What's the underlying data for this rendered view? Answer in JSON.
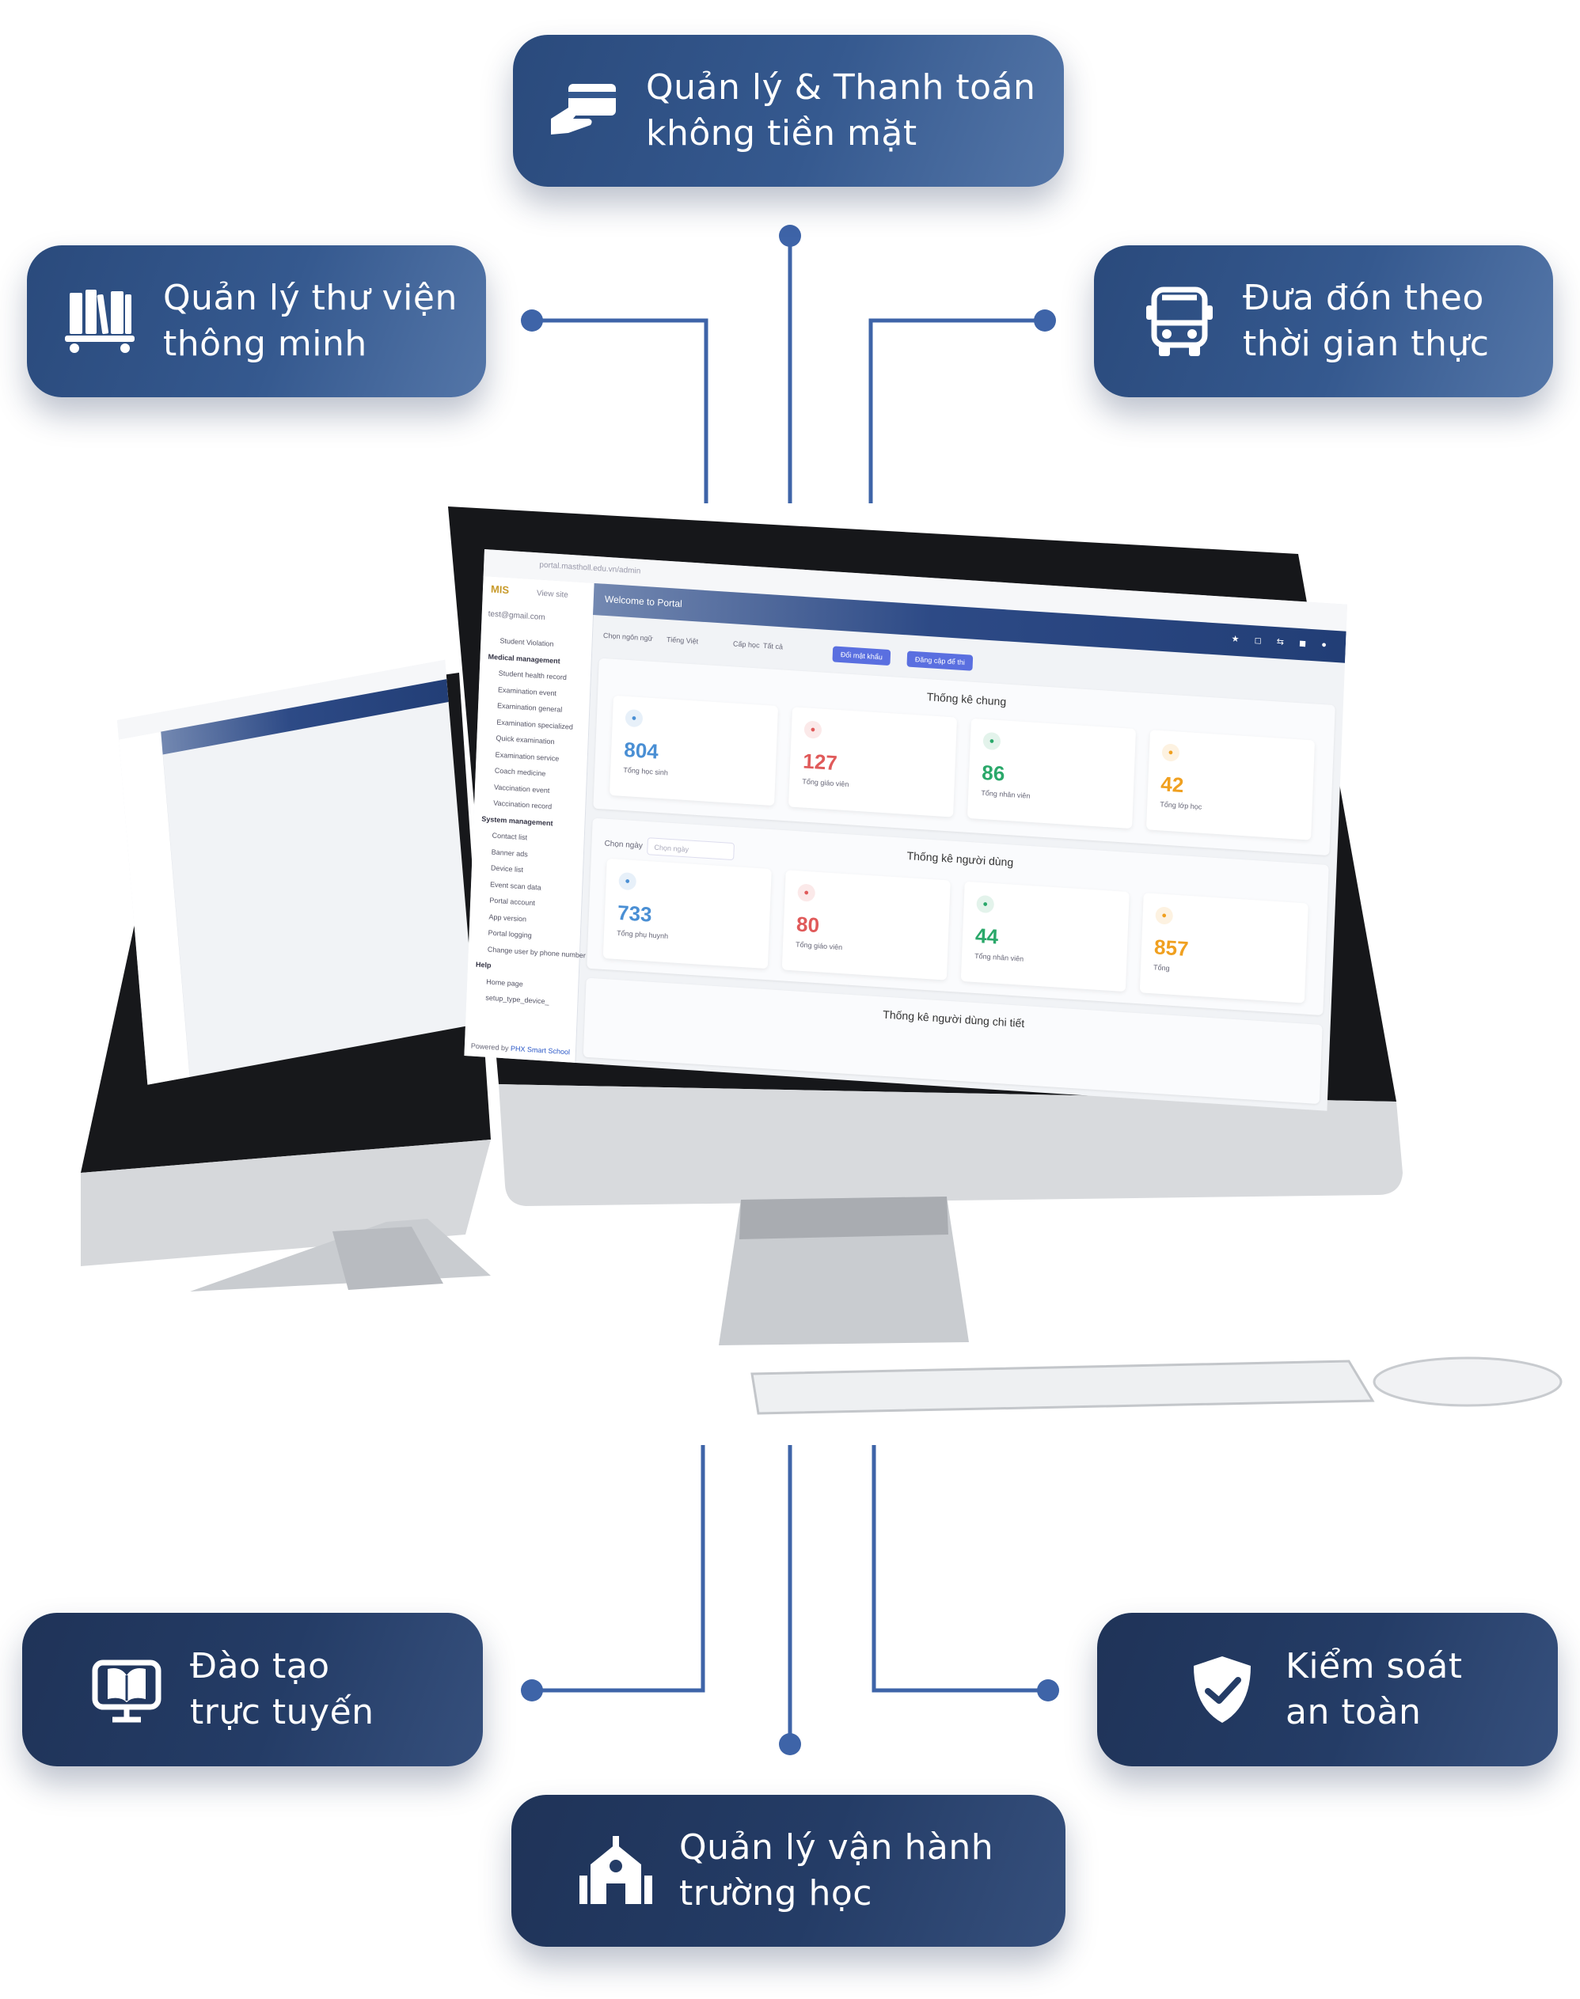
{
  "features": [
    {
      "id": "cashless",
      "line1": "Quản lý & Thanh toán",
      "line2": "không tiền mặt",
      "icon": "card-payment-icon"
    },
    {
      "id": "library",
      "line1": "Quản lý thư viện",
      "line2": "thông minh",
      "icon": "library-books-icon"
    },
    {
      "id": "bus",
      "line1": "Đưa đón theo",
      "line2": "thời gian thực",
      "icon": "bus-icon"
    },
    {
      "id": "elearning",
      "line1": "Đào tạo",
      "line2": "trực tuyến",
      "icon": "online-learning-icon"
    },
    {
      "id": "safety",
      "line1": "Kiểm soát",
      "line2": "an toàn",
      "icon": "shield-check-icon"
    },
    {
      "id": "operations",
      "line1": "Quản lý vận hành",
      "line2": "trường học",
      "icon": "school-building-icon"
    }
  ],
  "portal": {
    "url": "portal.mastholl.edu.vn/admin",
    "brand": "MIS",
    "view_site": "View site",
    "user_email": "test@gmail.com",
    "welcome": "Welcome to Portal",
    "filters": {
      "language_label": "Chọn ngôn ngữ",
      "language_value": "Tiếng Việt",
      "level_label": "Cấp học",
      "level_value": "Tất cả",
      "button_change_password": "Đổi mật khẩu",
      "button_update_info": "Đăng cập để thi"
    },
    "menu": [
      {
        "label": "Student Violation",
        "type": "sub"
      },
      {
        "label": "Medical management",
        "type": "sec"
      },
      {
        "label": "Student health record",
        "type": "sub"
      },
      {
        "label": "Examination event",
        "type": "sub"
      },
      {
        "label": "Examination general",
        "type": "sub"
      },
      {
        "label": "Examination specialized",
        "type": "sub"
      },
      {
        "label": "Quick examination",
        "type": "sub"
      },
      {
        "label": "Examination service",
        "type": "sub"
      },
      {
        "label": "Coach medicine",
        "type": "sub"
      },
      {
        "label": "Vaccination event",
        "type": "sub"
      },
      {
        "label": "Vaccination record",
        "type": "sub"
      },
      {
        "label": "System management",
        "type": "sec"
      },
      {
        "label": "Contact list",
        "type": "sub"
      },
      {
        "label": "Banner ads",
        "type": "sub"
      },
      {
        "label": "Device list",
        "type": "sub"
      },
      {
        "label": "Event scan data",
        "type": "sub"
      },
      {
        "label": "Portal account",
        "type": "sub"
      },
      {
        "label": "App version",
        "type": "sub"
      },
      {
        "label": "Portal logging",
        "type": "sub"
      },
      {
        "label": "Change user by phone number",
        "type": "sub"
      },
      {
        "label": "Help",
        "type": "sec"
      },
      {
        "label": "Home page",
        "type": "sub"
      },
      {
        "label": "setup_type_device_",
        "type": "sub"
      }
    ],
    "powered_prefix": "Powered by",
    "powered_brand": "PHX Smart School",
    "general_stats": {
      "title": "Thống kê chung",
      "cards": [
        {
          "value": "804",
          "label": "Tổng học sinh",
          "color": "#4a8fd4"
        },
        {
          "value": "127",
          "label": "Tổng giáo viên",
          "color": "#e05a5a"
        },
        {
          "value": "86",
          "label": "Tổng nhân viên",
          "color": "#2aa86a"
        },
        {
          "value": "42",
          "label": "Tổng lớp học",
          "color": "#f0a020"
        }
      ]
    },
    "user_stats": {
      "title": "Thống kê người dùng",
      "date_label": "Chọn ngày",
      "date_placeholder": "Chọn ngày",
      "cards": [
        {
          "value": "733",
          "label": "Tổng phụ huynh",
          "color": "#4a8fd4"
        },
        {
          "value": "80",
          "label": "Tổng giáo viên",
          "color": "#e05a5a"
        },
        {
          "value": "44",
          "label": "Tổng nhân viên",
          "color": "#2aa86a"
        },
        {
          "value": "857",
          "label": "Tổng",
          "color": "#f0a020"
        }
      ]
    },
    "detail_title": "Thống kê người dùng chi tiết"
  }
}
